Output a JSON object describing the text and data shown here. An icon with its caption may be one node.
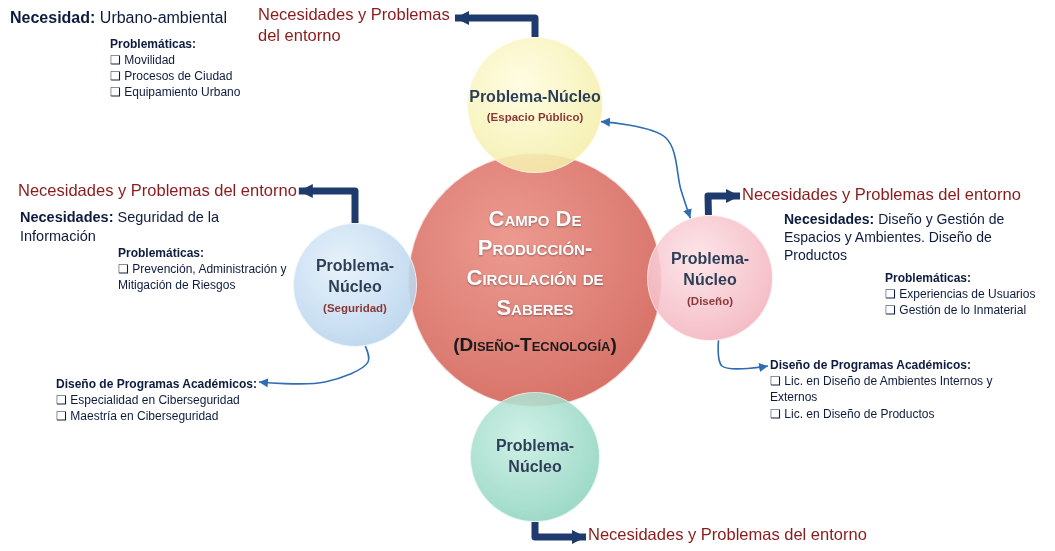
{
  "diagram": {
    "nodes": [
      {
        "text": [
          "Campo De Producción-Circulación de Saberes",
          "(Diseño-Tecnología)"
        ]
      },
      {
        "text": [
          "Problema-Núcleo",
          "(Espacio Público)"
        ]
      },
      {
        "text": [
          "Problema-Núcleo",
          "(Seguridad)"
        ]
      },
      {
        "text": [
          "Problema-Núcleo",
          "(Diseño)"
        ]
      },
      {
        "text": [
          "Problema-Núcleo"
        ]
      },
      {
        "text": [
          "Necesidades y Problemas del entorno"
        ]
      },
      {
        "text": [
          "Necesidades y Problemas del entorno"
        ]
      },
      {
        "text": [
          "Necesidades y Problemas del entorno"
        ]
      },
      {
        "text": [
          "Necesidades y Problemas del entorno"
        ]
      },
      {
        "text": [
          "Diseño de Programas Académicos:",
          "❑ Especialidad en Ciberseguridad",
          "❑ Maestría en Ciberseguridad"
        ]
      },
      {
        "text": [
          "Diseño de Programas Académicos:",
          "❑ Lic. en Diseño de Ambientes Internos y Externos",
          "❑ Lic. en Diseño de Productos"
        ]
      }
    ],
    "edges": [
      {
        "from": 1,
        "to": 5,
        "arrow": "to"
      },
      {
        "from": 2,
        "to": 6,
        "arrow": "to"
      },
      {
        "from": 3,
        "to": 7,
        "arrow": "to"
      },
      {
        "from": 4,
        "to": 8,
        "arrow": "to"
      },
      {
        "from": 1,
        "to": 3,
        "arrow": "both",
        "color": "#2e6db4"
      },
      {
        "from": 2,
        "to": 9,
        "arrow": "to",
        "color": "#2e6db4"
      },
      {
        "from": 3,
        "to": 10,
        "arrow": "to",
        "color": "#2e6db4"
      }
    ],
    "labels": [
      "**Necesidad:** Urbano-ambiental",
      "Problemáticas:",
      "❑ Movilidad",
      "❑ Procesos de Ciudad",
      "❑ Equipamiento Urbano",
      "**Necesidades:** Seguridad de la Información",
      "Problemáticas:",
      "❑ Prevención, Administración y Mitigación de Riesgos",
      "**Necesidades:** Diseño y Gestión de Espacios y Ambientes. Diseño de Productos",
      "Problemáticas:",
      "❑ Experiencias de Usuarios",
      "❑ Gestión de lo Inmaterial"
    ]
  }
}
